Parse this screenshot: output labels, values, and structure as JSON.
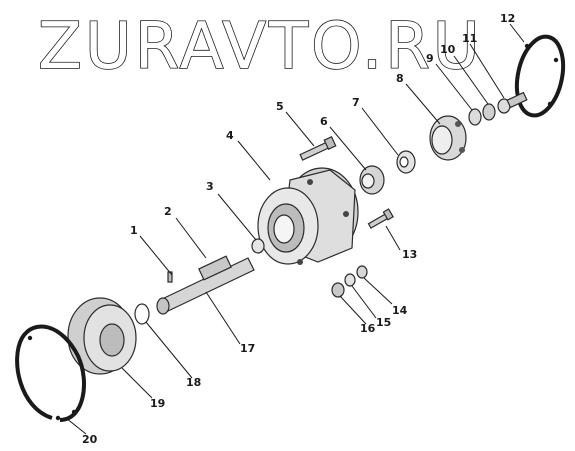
{
  "watermark": {
    "text": "ZURAVTO.RU"
  },
  "callouts": [
    "1",
    "2",
    "3",
    "4",
    "5",
    "6",
    "7",
    "8",
    "9",
    "10",
    "11",
    "12",
    "13",
    "14",
    "15",
    "16",
    "17",
    "18",
    "19",
    "20"
  ],
  "colors": {
    "ink": "#1a1a1a",
    "part_fill": "#e6e6e6",
    "part_shade": "#bdbdbd"
  }
}
